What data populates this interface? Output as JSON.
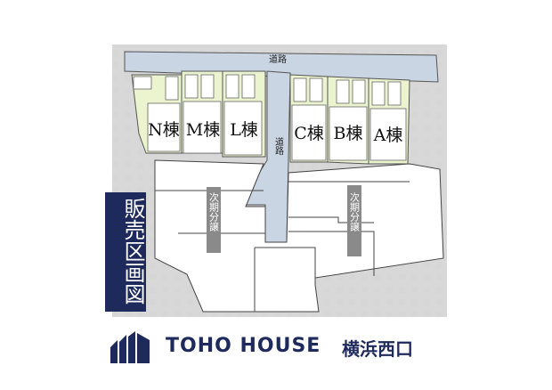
{
  "plan": {
    "road_label_top": "道路",
    "road_label_center": "道路",
    "side_label": "販売区画図",
    "next_phase_left": "次期分譲",
    "next_phase_right": "次期分譲",
    "lots": [
      {
        "id": "N",
        "label": "N棟"
      },
      {
        "id": "M",
        "label": "M棟"
      },
      {
        "id": "L",
        "label": "L棟"
      },
      {
        "id": "C",
        "label": "C棟"
      },
      {
        "id": "B",
        "label": "B棟"
      },
      {
        "id": "A",
        "label": "A棟"
      }
    ]
  },
  "brand": {
    "name": "TOHO HOUSE",
    "branch": "横浜西口",
    "logo_icon": "toho-house-logo-icon"
  },
  "colors": {
    "road": "#c9d5e3",
    "background_gray": "#d6d6d6",
    "lot_fill": "#ecf3cf",
    "lot_border": "#555555",
    "next_phase": "#8a8a8a",
    "brand_navy": "#1f2a5c"
  }
}
